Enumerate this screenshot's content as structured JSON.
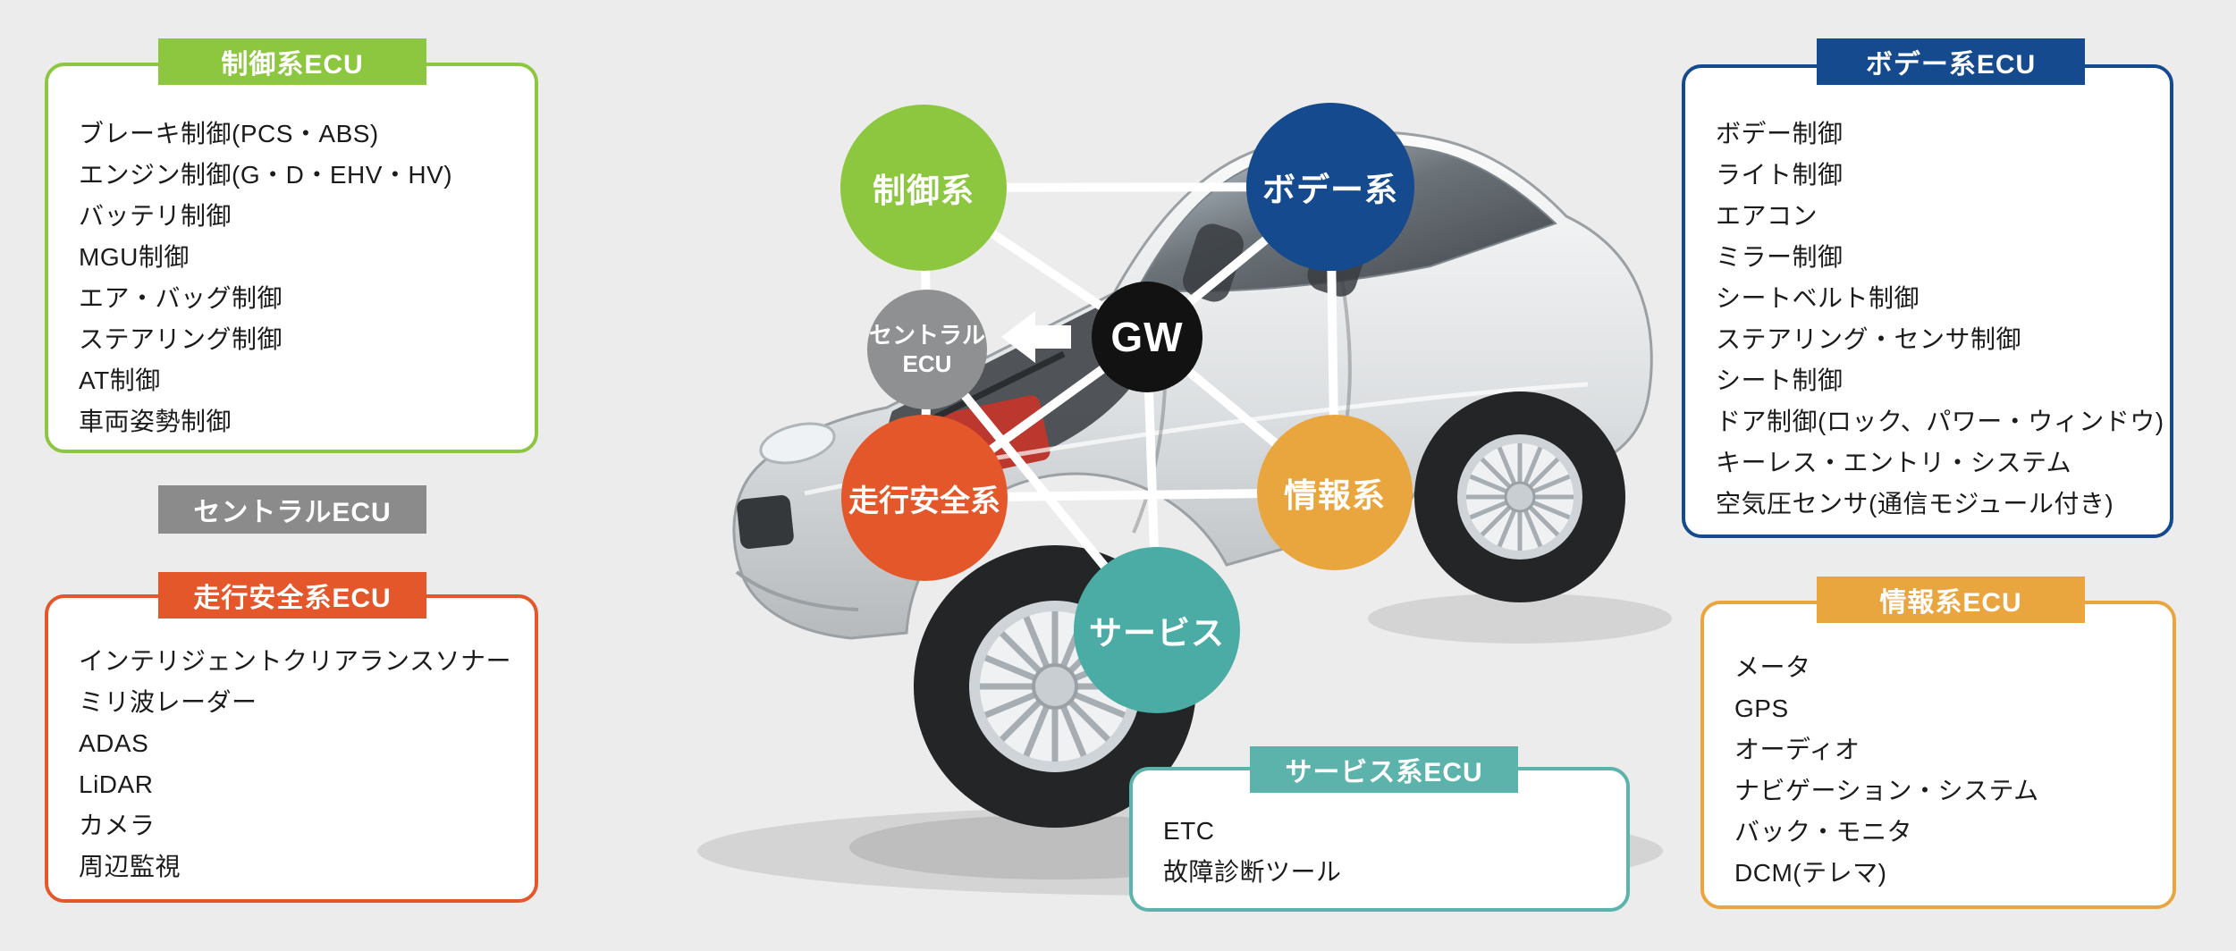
{
  "boxes": {
    "control": {
      "header": "制御系ECU",
      "color": "#8dc63f",
      "items": [
        "ブレーキ制御(PCS・ABS)",
        "エンジン制御(G・D・EHV・HV)",
        "バッテリ制御",
        "MGU制御",
        "エア・バッグ制御",
        "ステアリング制御",
        "AT制御",
        "車両姿勢制御"
      ]
    },
    "central_label": {
      "header": "セントラルECU",
      "color": "#8b8b8b"
    },
    "safety": {
      "header": "走行安全系ECU",
      "color": "#e4572a",
      "items": [
        "インテリジェントクリアランスソナー",
        "ミリ波レーダー",
        "ADAS",
        "LiDAR",
        "カメラ",
        "周辺監視"
      ]
    },
    "body": {
      "header": "ボデー系ECU",
      "color": "#164a8e",
      "items": [
        "ボデー制御",
        "ライト制御",
        "エアコン",
        "ミラー制御",
        "シートベルト制御",
        "ステアリング・センサ制御",
        "シート制御",
        "ドア制御(ロック、パワー・ウィンドウ)",
        "キーレス・エントリ・システム",
        "空気圧センサ(通信モジュール付き)"
      ]
    },
    "info": {
      "header": "情報系ECU",
      "color": "#eaa63e",
      "items": [
        "メータ",
        "GPS",
        "オーディオ",
        "ナビゲーション・システム",
        "バック・モニタ",
        "DCM(テレマ)"
      ]
    },
    "service": {
      "header": "サービス系ECU",
      "color": "#5cb3ab",
      "items": [
        "ETC",
        "故障診断ツール"
      ]
    }
  },
  "circles": {
    "control": {
      "label": "制御系",
      "color": "#8dc63f"
    },
    "body": {
      "label": "ボデー系",
      "color": "#164a8e"
    },
    "gw": {
      "label": "GW",
      "color": "#121212"
    },
    "central": {
      "label": "セントラル\nECU",
      "color": "#8f9091"
    },
    "safety": {
      "label": "走行安全系",
      "color": "#e4572a"
    },
    "info": {
      "label": "情報系",
      "color": "#eaa63e"
    },
    "service": {
      "label": "サービス",
      "color": "#4aaca4"
    }
  }
}
